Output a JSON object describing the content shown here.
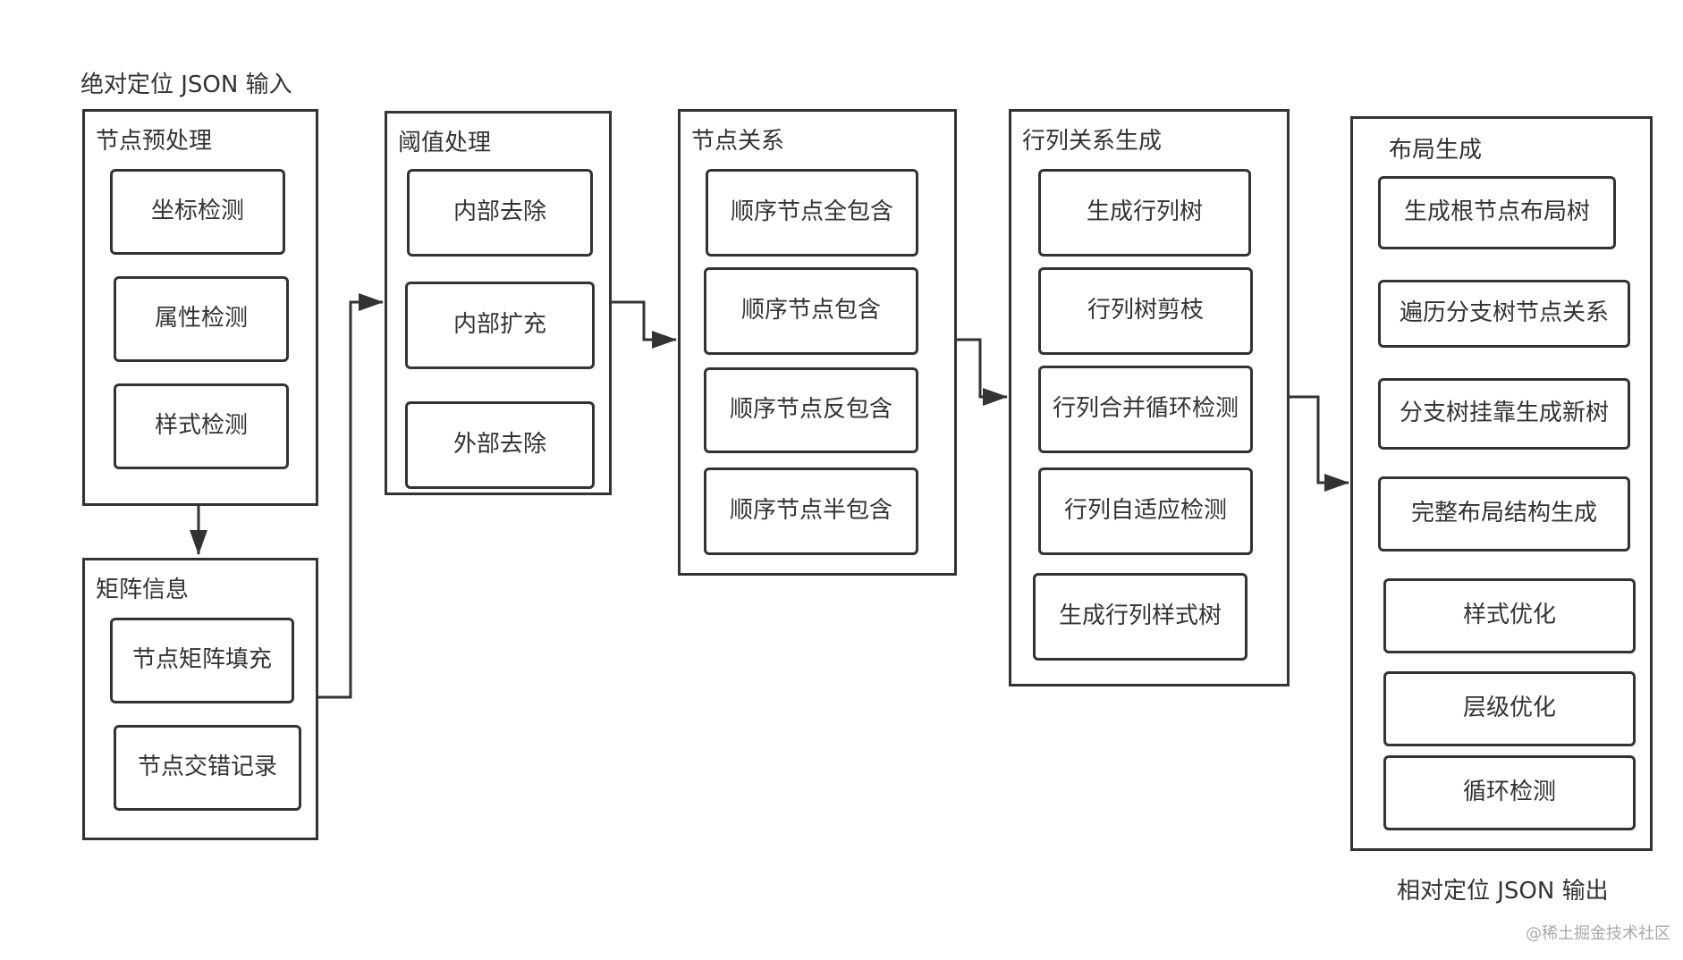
{
  "labels": {
    "input": "绝对定位 JSON 输入",
    "output": "相对定位 JSON 输出",
    "watermark": "@稀土掘金技术社区"
  },
  "groups": {
    "preprocess": {
      "title": "节点预处理",
      "items": [
        "坐标检测",
        "属性检测",
        "样式检测"
      ]
    },
    "matrix": {
      "title": "矩阵信息",
      "items": [
        "节点矩阵填充",
        "节点交错记录"
      ]
    },
    "threshold": {
      "title": "阈值处理",
      "items": [
        "内部去除",
        "内部扩充",
        "外部去除"
      ]
    },
    "relation": {
      "title": "节点关系",
      "items": [
        "顺序节点全包含",
        "顺序节点包含",
        "顺序节点反包含",
        "顺序节点半包含"
      ]
    },
    "rowcol": {
      "title": "行列关系生成",
      "items": [
        "生成行列树",
        "行列树剪枝",
        "行列合并循环检测",
        "行列自适应检测",
        "生成行列样式树"
      ]
    },
    "layout": {
      "title": "布局生成",
      "items": [
        "生成根节点布局树",
        "遍历分支树节点关系",
        "分支树挂靠生成新树",
        "完整布局结构生成",
        "样式优化",
        "层级优化",
        "循环检测"
      ]
    }
  },
  "colors": {
    "stroke": "#333333",
    "text": "#333333",
    "watermark": "#a8a8a8"
  }
}
